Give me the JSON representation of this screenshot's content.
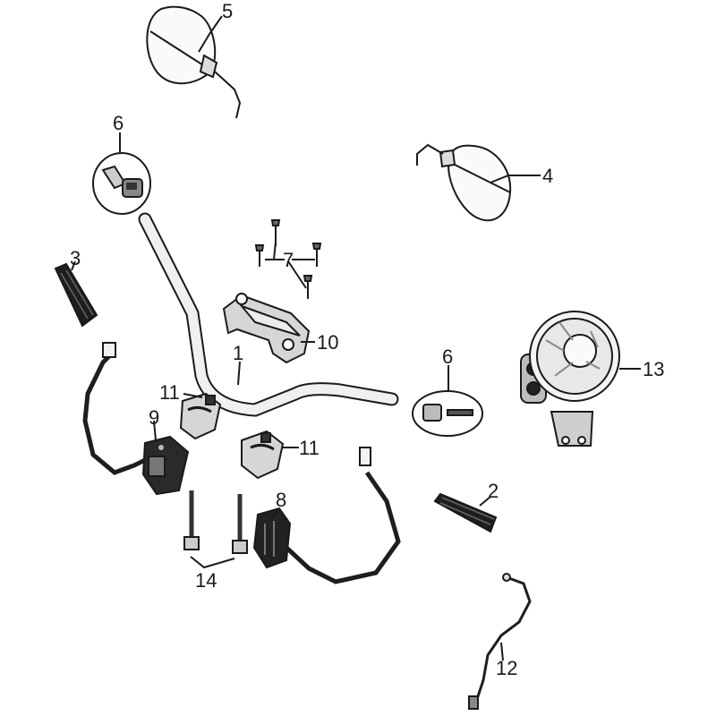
{
  "diagram": {
    "callouts": [
      {
        "id": "1",
        "text": "1"
      },
      {
        "id": "2",
        "text": "2"
      },
      {
        "id": "3",
        "text": "3"
      },
      {
        "id": "4",
        "text": "4"
      },
      {
        "id": "5",
        "text": "5"
      },
      {
        "id": "6a",
        "text": "6"
      },
      {
        "id": "6b",
        "text": "6"
      },
      {
        "id": "7",
        "text": "7"
      },
      {
        "id": "8",
        "text": "8"
      },
      {
        "id": "9",
        "text": "9"
      },
      {
        "id": "10",
        "text": "10"
      },
      {
        "id": "11a",
        "text": "11"
      },
      {
        "id": "11b",
        "text": "11"
      },
      {
        "id": "12",
        "text": "12"
      },
      {
        "id": "13",
        "text": "13"
      },
      {
        "id": "14",
        "text": "14"
      }
    ]
  }
}
